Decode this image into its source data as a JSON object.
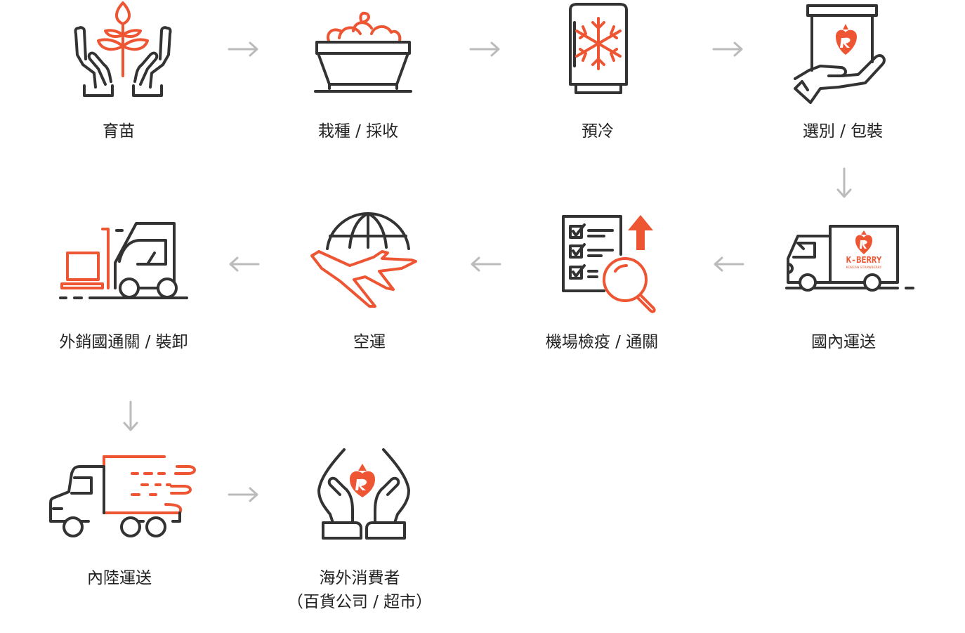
{
  "colors": {
    "accent": "#ee5533",
    "ink": "#333333",
    "arrow": "#bbbbbb",
    "text": "#222222"
  },
  "steps": [
    {
      "id": "seedling",
      "icon": "seedling-in-hands-icon",
      "lines": [
        "育苗"
      ]
    },
    {
      "id": "cultivation",
      "icon": "fruit-basket-icon",
      "lines": [
        "栽種 / 採收"
      ]
    },
    {
      "id": "precooling",
      "icon": "freezer-icon",
      "lines": [
        "預冷"
      ]
    },
    {
      "id": "sorting",
      "icon": "package-in-hand-icon",
      "lines": [
        "選別 / 包裝"
      ]
    },
    {
      "id": "domestic-transport",
      "icon": "branded-truck-icon",
      "lines": [
        "國內運送"
      ],
      "badge": [
        "K-BERRY",
        "KOREAN STRAWBERRY"
      ]
    },
    {
      "id": "airport-inspection",
      "icon": "checklist-inspection-icon",
      "lines": [
        "機場檢疫 / 通關"
      ]
    },
    {
      "id": "air-freight",
      "icon": "airplane-globe-icon",
      "lines": [
        "空運"
      ]
    },
    {
      "id": "foreign-customs",
      "icon": "forklift-icon",
      "lines": [
        "外銷國通關 / 裝卸"
      ]
    },
    {
      "id": "inland-transport",
      "icon": "delivery-truck-icon",
      "lines": [
        "內陸運送"
      ]
    },
    {
      "id": "consumers",
      "icon": "hands-strawberry-icon",
      "lines": [
        "海外消費者",
        "（百貨公司 / 超市）"
      ]
    }
  ]
}
